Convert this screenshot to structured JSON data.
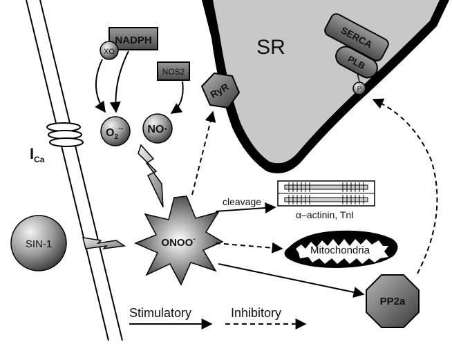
{
  "nodes": {
    "sr": "SR",
    "serca": "SERCA",
    "plb": "PLB",
    "phospho": "P",
    "nadph": "NADPH",
    "xo": "XO",
    "nos2": "NOS2",
    "ryr": "RyR",
    "superoxide_base": "O",
    "superoxide_sub": "2",
    "superoxide_sup": "·-",
    "nitric_oxide": "NO·",
    "ica_base": "I",
    "ica_sub": "Ca",
    "sin1": "SIN-1",
    "peroxynitrite_base": "ONOO",
    "peroxynitrite_sup": "-",
    "mitochondria": "Mitochondria",
    "pp2a": "PP2a",
    "myofilament": "α–actinin, TnI"
  },
  "edges": {
    "cleavage": "cleavage"
  },
  "legend": {
    "stimulatory": "Stimulatory",
    "inhibitory": "Inhibitory"
  },
  "colors": {
    "sr_fill": "#c8c8c8",
    "sr_border": "#000000",
    "node_dark": "#5a5a5a",
    "node_mid": "#8c8c8c",
    "node_light": "#e0e0e0"
  }
}
